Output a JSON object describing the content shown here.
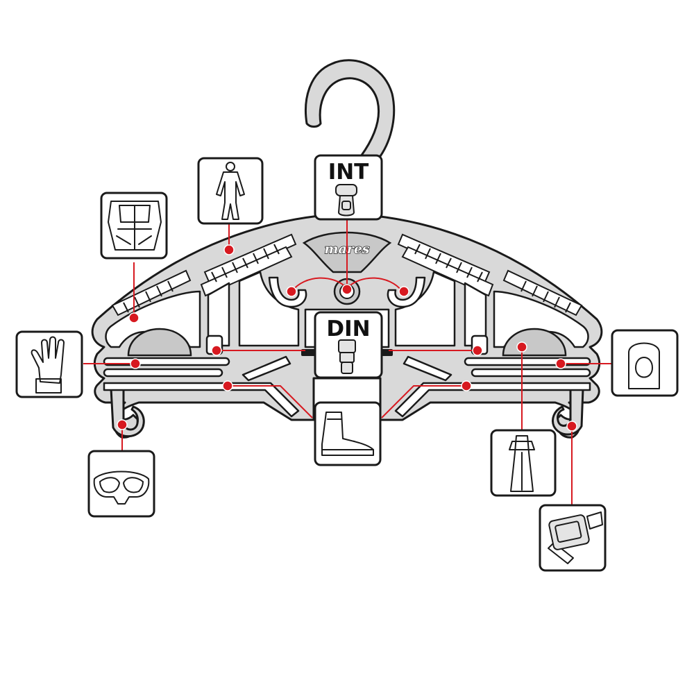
{
  "brand": {
    "logo_text": "mares"
  },
  "regulator_mounts": [
    {
      "id": "int",
      "label": "INT"
    },
    {
      "id": "din",
      "label": "DIN"
    }
  ],
  "accessories": [
    {
      "id": "bcd",
      "icon": "bcd-jacket-icon"
    },
    {
      "id": "wetsuit",
      "icon": "wetsuit-icon"
    },
    {
      "id": "gloves",
      "icon": "glove-icon"
    },
    {
      "id": "mask",
      "icon": "dive-mask-icon"
    },
    {
      "id": "boots",
      "icon": "dive-boot-icon"
    },
    {
      "id": "hood",
      "icon": "hood-icon"
    },
    {
      "id": "fins",
      "icon": "fin-icon"
    },
    {
      "id": "computer",
      "icon": "dive-computer-icon"
    }
  ],
  "colors": {
    "leader_line": "#d71920",
    "hanger_fill": "#d9d9d9",
    "outline": "#1a1a1a"
  }
}
